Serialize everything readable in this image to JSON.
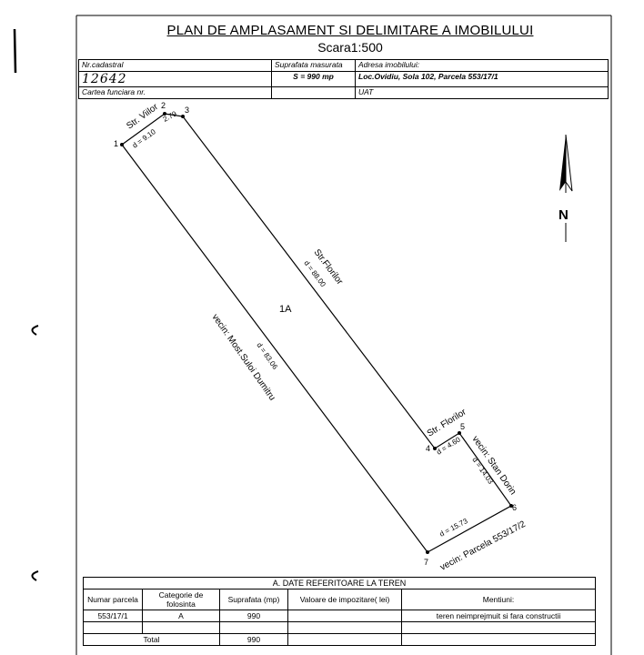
{
  "header": {
    "title": "PLAN DE AMPLASAMENT SI DELIMITARE A IMOBILULUI",
    "scale": "Scara1:500"
  },
  "info": {
    "nr_cadastral_label": "Nr.cadastral",
    "nr_cadastral_value": "12642",
    "suprafata_label": "Suprafata masurata",
    "suprafata_value": "S = 990 mp",
    "adresa_label": "Adresa imobilului:",
    "adresa_value": "Loc.Ovidiu, Sola 102, Parcela 553/17/1",
    "carte_label": "Cartea funciara nr.",
    "uat_label": "UAT"
  },
  "plan": {
    "parcel_label": "1A",
    "points": [
      "1",
      "2",
      "3",
      "4",
      "5",
      "6",
      "7"
    ],
    "distances": {
      "d12": "d = 9.10",
      "d23": "2.79",
      "d34": "d = 88.00",
      "d45": "d = 4.60",
      "d56": "d = 14.03",
      "d67": "d = 15.73",
      "d71": "d = 83.06"
    },
    "neighbors": {
      "top": "Str. Viilor",
      "right_long": "Str.Florilor",
      "right_short": "Str. Florilor",
      "stan": "vecin: Stan Dorin",
      "parcela": "vecin: Parcela 553/17/2",
      "left": "vecin: Most.Suloi Dumitru"
    },
    "north": "N"
  },
  "teren": {
    "section_title": "A. DATE REFERITOARE LA TEREN",
    "headers": [
      "Numar parcela",
      "Categorie de folosinta",
      "Suprafata (mp)",
      "Valoare de impozitare( lei)",
      "Mentiuni:"
    ],
    "rows": [
      [
        "553/17/1",
        "A",
        "990",
        "",
        "teren neimprejmuit si fara constructii"
      ]
    ],
    "total_label": "Total",
    "total_value": "990"
  }
}
